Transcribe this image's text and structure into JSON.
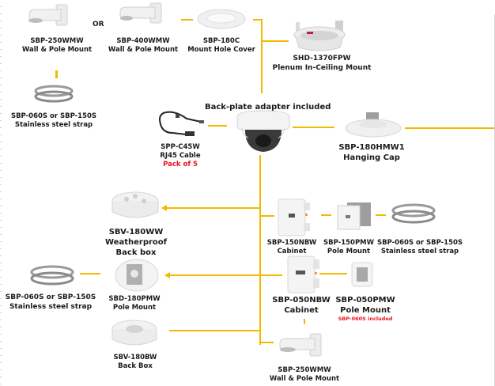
{
  "diagram": {
    "connector_color": "#f5b800",
    "note_color": "#e8141b",
    "camera_note": "Back-plate adapter included",
    "or_label": "OR",
    "products": [
      {
        "id": "sbp-250wmw-top",
        "model": "SBP-250WMW",
        "desc": "Wall & Pole Mount"
      },
      {
        "id": "sbp-400wmw",
        "model": "SBP-400WMW",
        "desc": "Wall & Pole Mount"
      },
      {
        "id": "sbp-180c",
        "model": "SBP-180C",
        "desc": "Mount Hole Cover"
      },
      {
        "id": "shd-1370fpw",
        "model": "SHD-1370FPW",
        "desc": "Plenum In-Ceiling Mount"
      },
      {
        "id": "strap-top",
        "model": "SBP-060S or SBP-150S",
        "desc": "Stainless steel strap"
      },
      {
        "id": "spp-c45w",
        "model": "SPP-C45W",
        "desc": "RJ45 Cable",
        "note": "Pack of 5"
      },
      {
        "id": "sbp-180hmw1",
        "model": "SBP-180HMW1",
        "desc": "Hanging Cap"
      },
      {
        "id": "sbv-180ww",
        "model": "SBV-180WW",
        "desc": "Weatherproof",
        "desc2": "Back box"
      },
      {
        "id": "sbp-150nbw",
        "model": "SBP-150NBW",
        "desc": "Cabinet"
      },
      {
        "id": "sbp-150pmw",
        "model": "SBP-150PMW",
        "desc": "Pole Mount"
      },
      {
        "id": "strap-right",
        "model": "SBP-060S or SBP-150S",
        "desc": "Stainless steel strap"
      },
      {
        "id": "strap-left",
        "model": "SBP-060S or SBP-150S",
        "desc": "Stainless steel strap"
      },
      {
        "id": "sbd-180pmw",
        "model": "SBD-180PMW",
        "desc": "Pole Mount"
      },
      {
        "id": "sbp-050nbw",
        "model": "SBP-050NBW",
        "desc": "Cabinet"
      },
      {
        "id": "sbp-050pmw",
        "model": "SBP-050PMW",
        "desc": "Pole Mount",
        "note": "SBP-060S included"
      },
      {
        "id": "sbv-180bw",
        "model": "SBV-180BW",
        "desc": "Back Box"
      },
      {
        "id": "sbp-250wmw-bottom",
        "model": "SBP-250WMW",
        "desc": "Wall & Pole Mount"
      }
    ]
  }
}
